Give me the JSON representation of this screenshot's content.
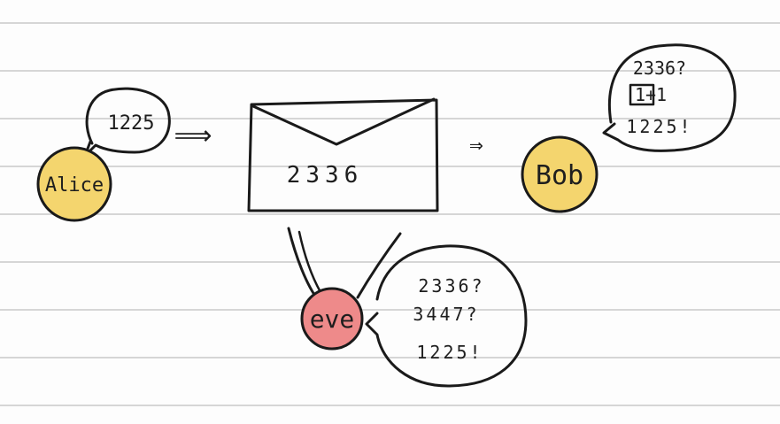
{
  "colors": {
    "paper": "#fdfdfd",
    "rule_line": "#d6d6d6",
    "ink": "#1a1a1a",
    "alice_fill": "#f4d56e",
    "bob_fill": "#f4d56e",
    "eve_fill": "#ee8a8a"
  },
  "alice": {
    "name": "Alice",
    "message": "1225"
  },
  "envelope": {
    "content": "2336"
  },
  "bob": {
    "name": "Bob",
    "lines": [
      "2336?",
      "1+1",
      "1225!"
    ]
  },
  "eve": {
    "name": "eve",
    "lines": [
      "2336?",
      "3447?",
      "1225!"
    ]
  },
  "arrows": {
    "left": "⟹",
    "right": "⇒"
  }
}
